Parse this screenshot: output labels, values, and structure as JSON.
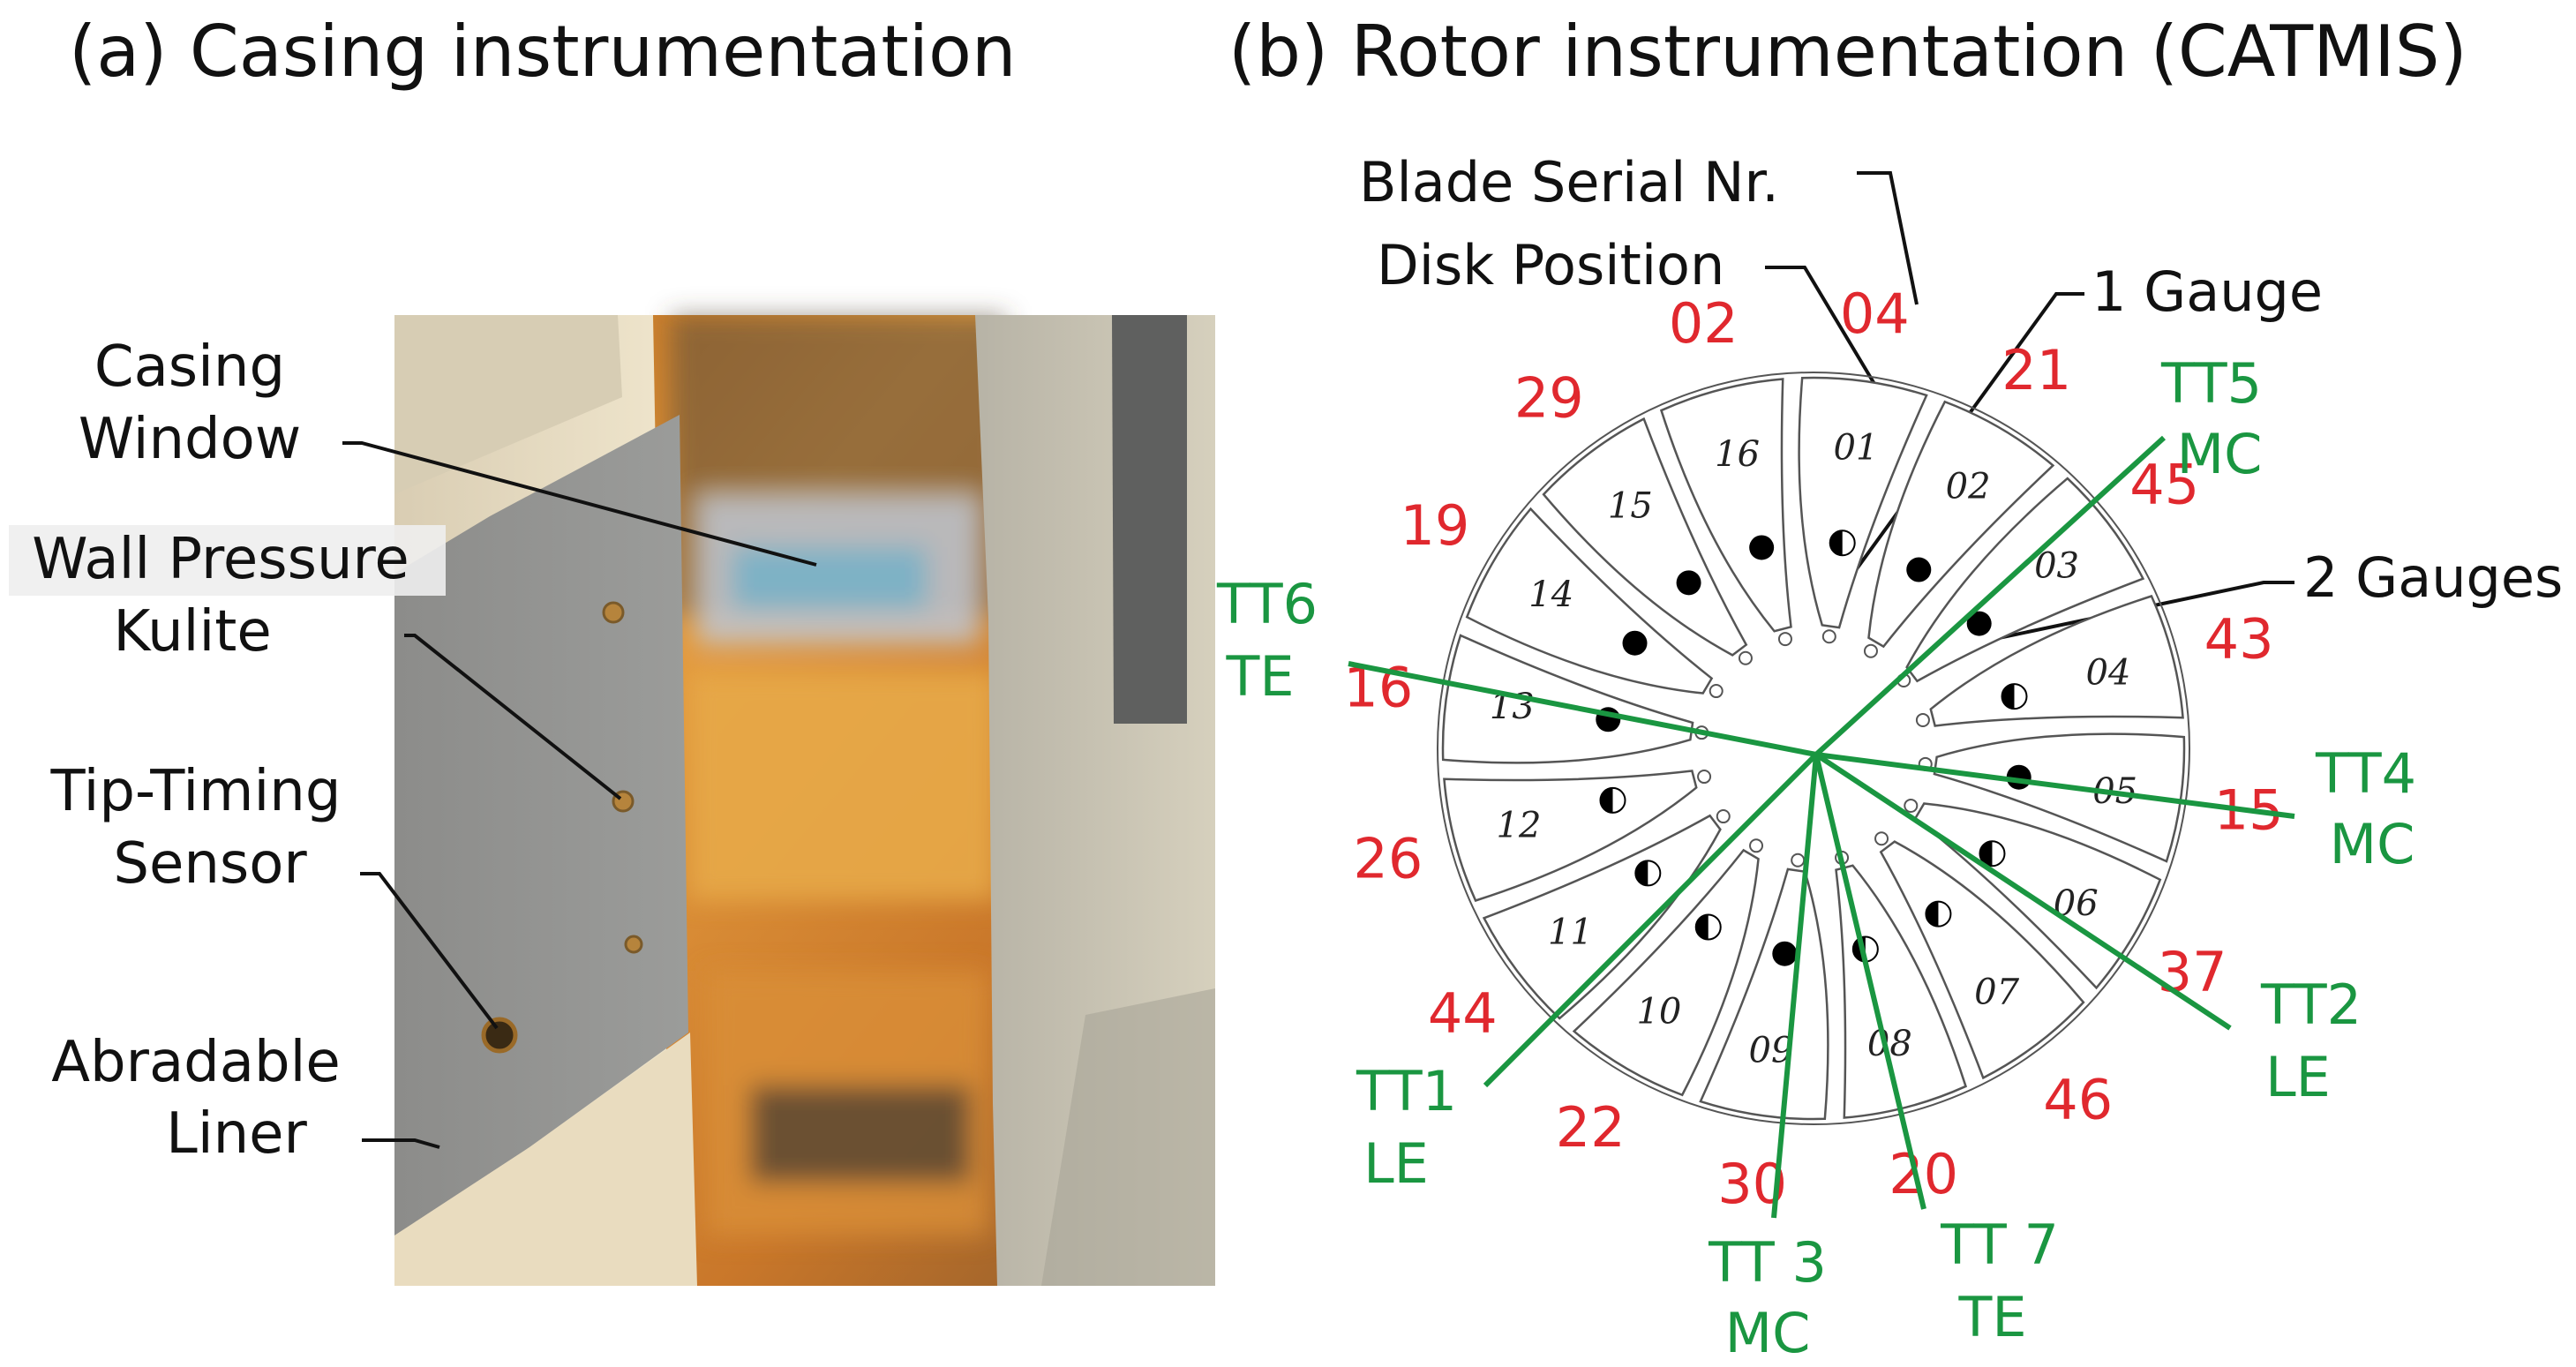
{
  "panel_a": {
    "title": "(a) Casing instrumentation",
    "labels": {
      "casing_window_line1": "Casing",
      "casing_window_line2": "Window",
      "wall_pressure_line1": "Wall Pressure",
      "wall_pressure_line2": "Kulite",
      "tip_timing_line1": "Tip-Timing",
      "tip_timing_line2": "Sensor",
      "abradable_line1": "Abradable",
      "abradable_line2": "Liner"
    }
  },
  "panel_b": {
    "title": "(b) Rotor instrumentation (CATMIS)",
    "legend": {
      "blade_serial": "Blade Serial Nr.",
      "disk_position": "Disk Position",
      "one_gauge": "1 Gauge",
      "two_gauges": "2 Gauges"
    },
    "disk_positions": [
      "01",
      "02",
      "03",
      "04",
      "05",
      "06",
      "07",
      "08",
      "09",
      "10",
      "11",
      "12",
      "13",
      "14",
      "15",
      "16"
    ],
    "blade_serials": [
      "04",
      "21",
      "45",
      "43",
      "15",
      "37",
      "46",
      "20",
      "30",
      "22",
      "44",
      "26",
      "16",
      "19",
      "29",
      "02"
    ],
    "tip_timing": [
      {
        "name": "TT5",
        "pos": "MC"
      },
      {
        "name": "TT6",
        "pos": "TE"
      },
      {
        "name": "TT4",
        "pos": "MC"
      },
      {
        "name": "TT2",
        "pos": "LE"
      },
      {
        "name": "TT1",
        "pos": "LE"
      },
      {
        "name": "TT 3",
        "pos": "MC"
      },
      {
        "name": "TT 7",
        "pos": "TE"
      }
    ]
  },
  "colors": {
    "serial_red": "#e0282e",
    "tt_green": "#1a9641",
    "outline": "#555555"
  }
}
